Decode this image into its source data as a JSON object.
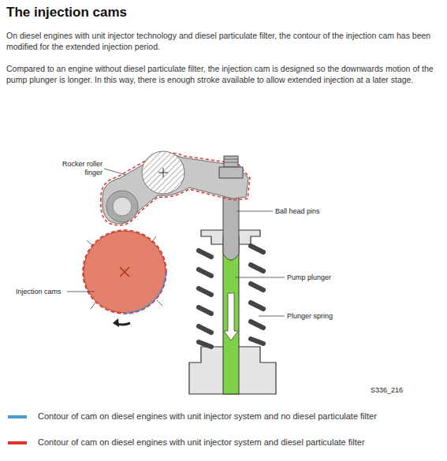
{
  "diagram": {
    "title": "The injection cams",
    "labels": [
      "On diesel engines with unit injector technology and diesel particulate filter, the contour of the injection cam has been modified for the extended injection period.",
      "Compared to an engine without diesel particulate filter, the injection cam is designed so the downwards motion of the pump plunger is longer. In this way, there is enough stroke available to allow extended injection at a later stage.",
      "Rocker roller finger",
      "Injection cams",
      "Ball head pins",
      "Pump plunger",
      "Plunger spring",
      "S336_216"
    ],
    "legend": [
      {
        "text": "Contour of cam on diesel engines with unit injector system and no diesel particulate filter",
        "color": "#4a9cd0"
      },
      {
        "text": "Contour of cam on diesel engines with unit injector system and diesel particulate filter",
        "color": "#e0312a"
      }
    ]
  }
}
